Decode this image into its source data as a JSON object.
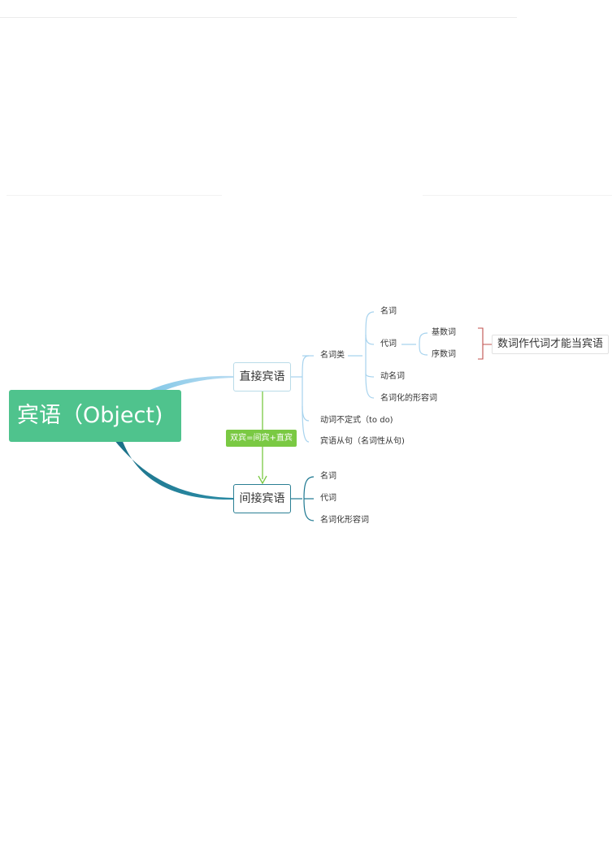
{
  "root": {
    "label": "宾语（Object)"
  },
  "direct": {
    "label": "直接宾语",
    "noun_class": {
      "label": "名词类",
      "items": [
        "名词",
        "代词",
        "动名词",
        "名词化的形容词"
      ],
      "pronoun_sub": [
        "基数词",
        "序数词"
      ]
    },
    "infinitive": "动词不定式（to do)",
    "clause": "宾语从句（名词性从句)"
  },
  "relation": "双宾=间宾+直宾",
  "indirect": {
    "label": "间接宾语",
    "items": [
      "名词",
      "代词",
      "名词化形容词"
    ]
  },
  "note": "数词作代词才能当宾语",
  "colors": {
    "root_fill": "#4fc38d",
    "direct_branch": "#a7d3ee",
    "indirect_branch": "#1e7891",
    "relation_fill": "#7ac943",
    "bracket": "#c0504d"
  }
}
